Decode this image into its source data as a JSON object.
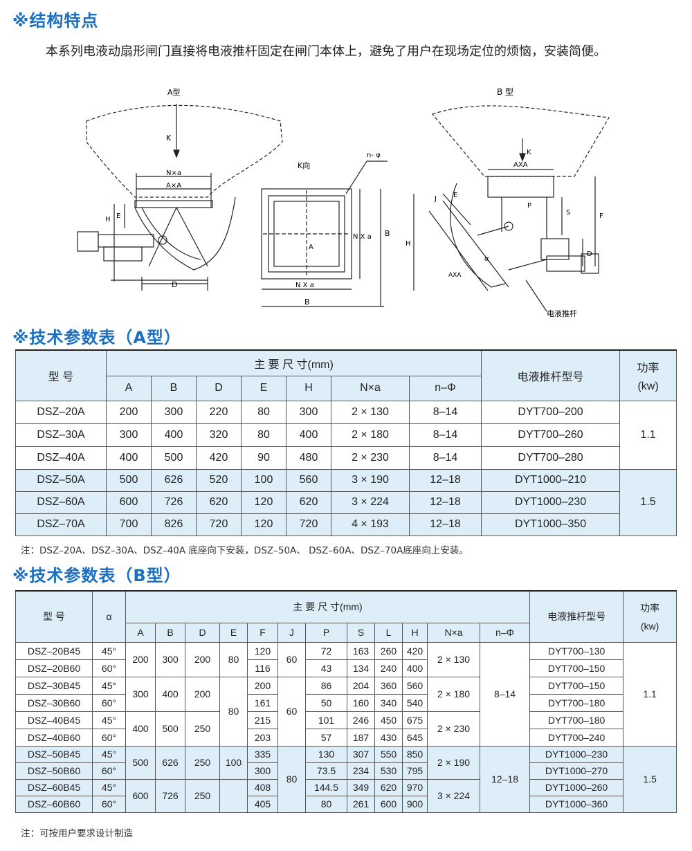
{
  "structure": {
    "title": "※结构特点",
    "paragraph": "本系列电液动扇形闸门直接将电液推杆固定在闸门本体上，避免了用户在现场定位的烦恼，安装简便。"
  },
  "diagram": {
    "a_title": "A型",
    "a_k": "K",
    "a_nxa": "N×a",
    "a_axa": "A×A",
    "a_e": "E",
    "a_h": "H",
    "a_d": "D",
    "k_view_title": "K向",
    "k_n_phi": "n- φ",
    "k_nxa_bottom": "N X a",
    "k_b_bottom": "B",
    "k_nxa_side": "N X a",
    "k_b_side": "B",
    "k_a": "A",
    "b_title": "B 型",
    "b_k": "K",
    "b_axa": "AXA",
    "b_p": "P",
    "b_s": "S",
    "b_f": "F",
    "b_h": "H",
    "b_j": "J",
    "b_e": "E",
    "b_d": "D",
    "b_axa2": "AXA",
    "b_alpha": "α",
    "b_pusher": "电液推杆"
  },
  "table_a": {
    "title": "※技术参数表（A型）",
    "header_model": "型 号",
    "header_dims": "主 要 尺 寸(mm)",
    "header_pusher": "电液推杆型号",
    "header_power": "功率",
    "header_power_unit": "(kw)",
    "columns": [
      "A",
      "B",
      "D",
      "E",
      "H",
      "N×a",
      "n–Φ"
    ],
    "rows": [
      {
        "model": "DSZ–20A",
        "vals": [
          "200",
          "300",
          "220",
          "80",
          "300",
          "2 × 130",
          "8–14"
        ],
        "pusher": "DYT700–200"
      },
      {
        "model": "DSZ–30A",
        "vals": [
          "300",
          "400",
          "320",
          "80",
          "400",
          "2 × 180",
          "8–14"
        ],
        "pusher": "DYT700–260"
      },
      {
        "model": "DSZ–40A",
        "vals": [
          "400",
          "500",
          "420",
          "90",
          "480",
          "2 × 230",
          "8–14"
        ],
        "pusher": "DYT700–280"
      },
      {
        "model": "DSZ–50A",
        "vals": [
          "500",
          "626",
          "520",
          "100",
          "560",
          "3 × 190",
          "12–18"
        ],
        "pusher": "DYT1000–210"
      },
      {
        "model": "DSZ–60A",
        "vals": [
          "600",
          "726",
          "620",
          "120",
          "620",
          "3 × 224",
          "12–18"
        ],
        "pusher": "DYT1000–230"
      },
      {
        "model": "DSZ–70A",
        "vals": [
          "700",
          "826",
          "720",
          "120",
          "720",
          "4 × 193",
          "12–18"
        ],
        "pusher": "DYT1000–350"
      }
    ],
    "power_groups": [
      "1.1",
      "1.5"
    ],
    "note": "注：DSZ–20A、DSZ–30A、DSZ–40A 底座向下安装，DSZ–50A、  DSZ–60A、DSZ–70A底座向上安装。"
  },
  "table_b": {
    "title": "※技术参数表（B型）",
    "header_model": "型 号",
    "header_alpha": "α",
    "header_dims": "主 要 尺 寸(mm)",
    "header_pusher": "电液推杆型号",
    "header_power": "功率",
    "header_power_unit": "(kw)",
    "columns": [
      "A",
      "B",
      "D",
      "E",
      "F",
      "J",
      "P",
      "S",
      "L",
      "H",
      "N×a",
      "n–Φ"
    ],
    "models": [
      "DSZ–20B45",
      "DSZ–20B60",
      "DSZ–30B45",
      "DSZ–30B60",
      "DSZ–40B45",
      "DSZ–40B60",
      "DSZ–50B45",
      "DSZ–50B60",
      "DSZ–60B45",
      "DSZ–60B60"
    ],
    "alphas": [
      "45°",
      "60°",
      "45°",
      "60°",
      "45°",
      "60°",
      "45°",
      "60°",
      "45°",
      "60°"
    ],
    "F": [
      "120",
      "116",
      "200",
      "161",
      "215",
      "203",
      "335",
      "300",
      "408",
      "405"
    ],
    "P": [
      "72",
      "43",
      "86",
      "50",
      "101",
      "57",
      "130",
      "73.5",
      "144.5",
      "80"
    ],
    "S": [
      "163",
      "134",
      "204",
      "160",
      "246",
      "187",
      "307",
      "234",
      "349",
      "261"
    ],
    "L": [
      "260",
      "240",
      "360",
      "340",
      "450",
      "430",
      "550",
      "530",
      "620",
      "600"
    ],
    "H": [
      "420",
      "400",
      "560",
      "540",
      "675",
      "645",
      "850",
      "795",
      "970",
      "900"
    ],
    "pusher": [
      "DYT700–130",
      "DYT700–150",
      "DYT700–150",
      "DYT700–180",
      "DYT700–180",
      "DYT700–240",
      "DYT1000–230",
      "DYT1000–270",
      "DYT1000–260",
      "DYT1000–360"
    ],
    "abd": [
      [
        "200",
        "300",
        "200"
      ],
      [
        "300",
        "400",
        "200"
      ],
      [
        "400",
        "500",
        "250"
      ],
      [
        "500",
        "626",
        "250"
      ],
      [
        "600",
        "726",
        "250"
      ]
    ],
    "E": [
      "80",
      "80",
      "100"
    ],
    "J": [
      "60",
      "60",
      "80"
    ],
    "nxa": [
      "2 × 130",
      "2 × 180",
      "2 × 230",
      "2 × 190",
      "3 × 224"
    ],
    "nphi": [
      "8–14",
      "12–18"
    ],
    "power": [
      "1.1",
      "1.5"
    ],
    "note": "注：可按用户要求设计制造"
  }
}
